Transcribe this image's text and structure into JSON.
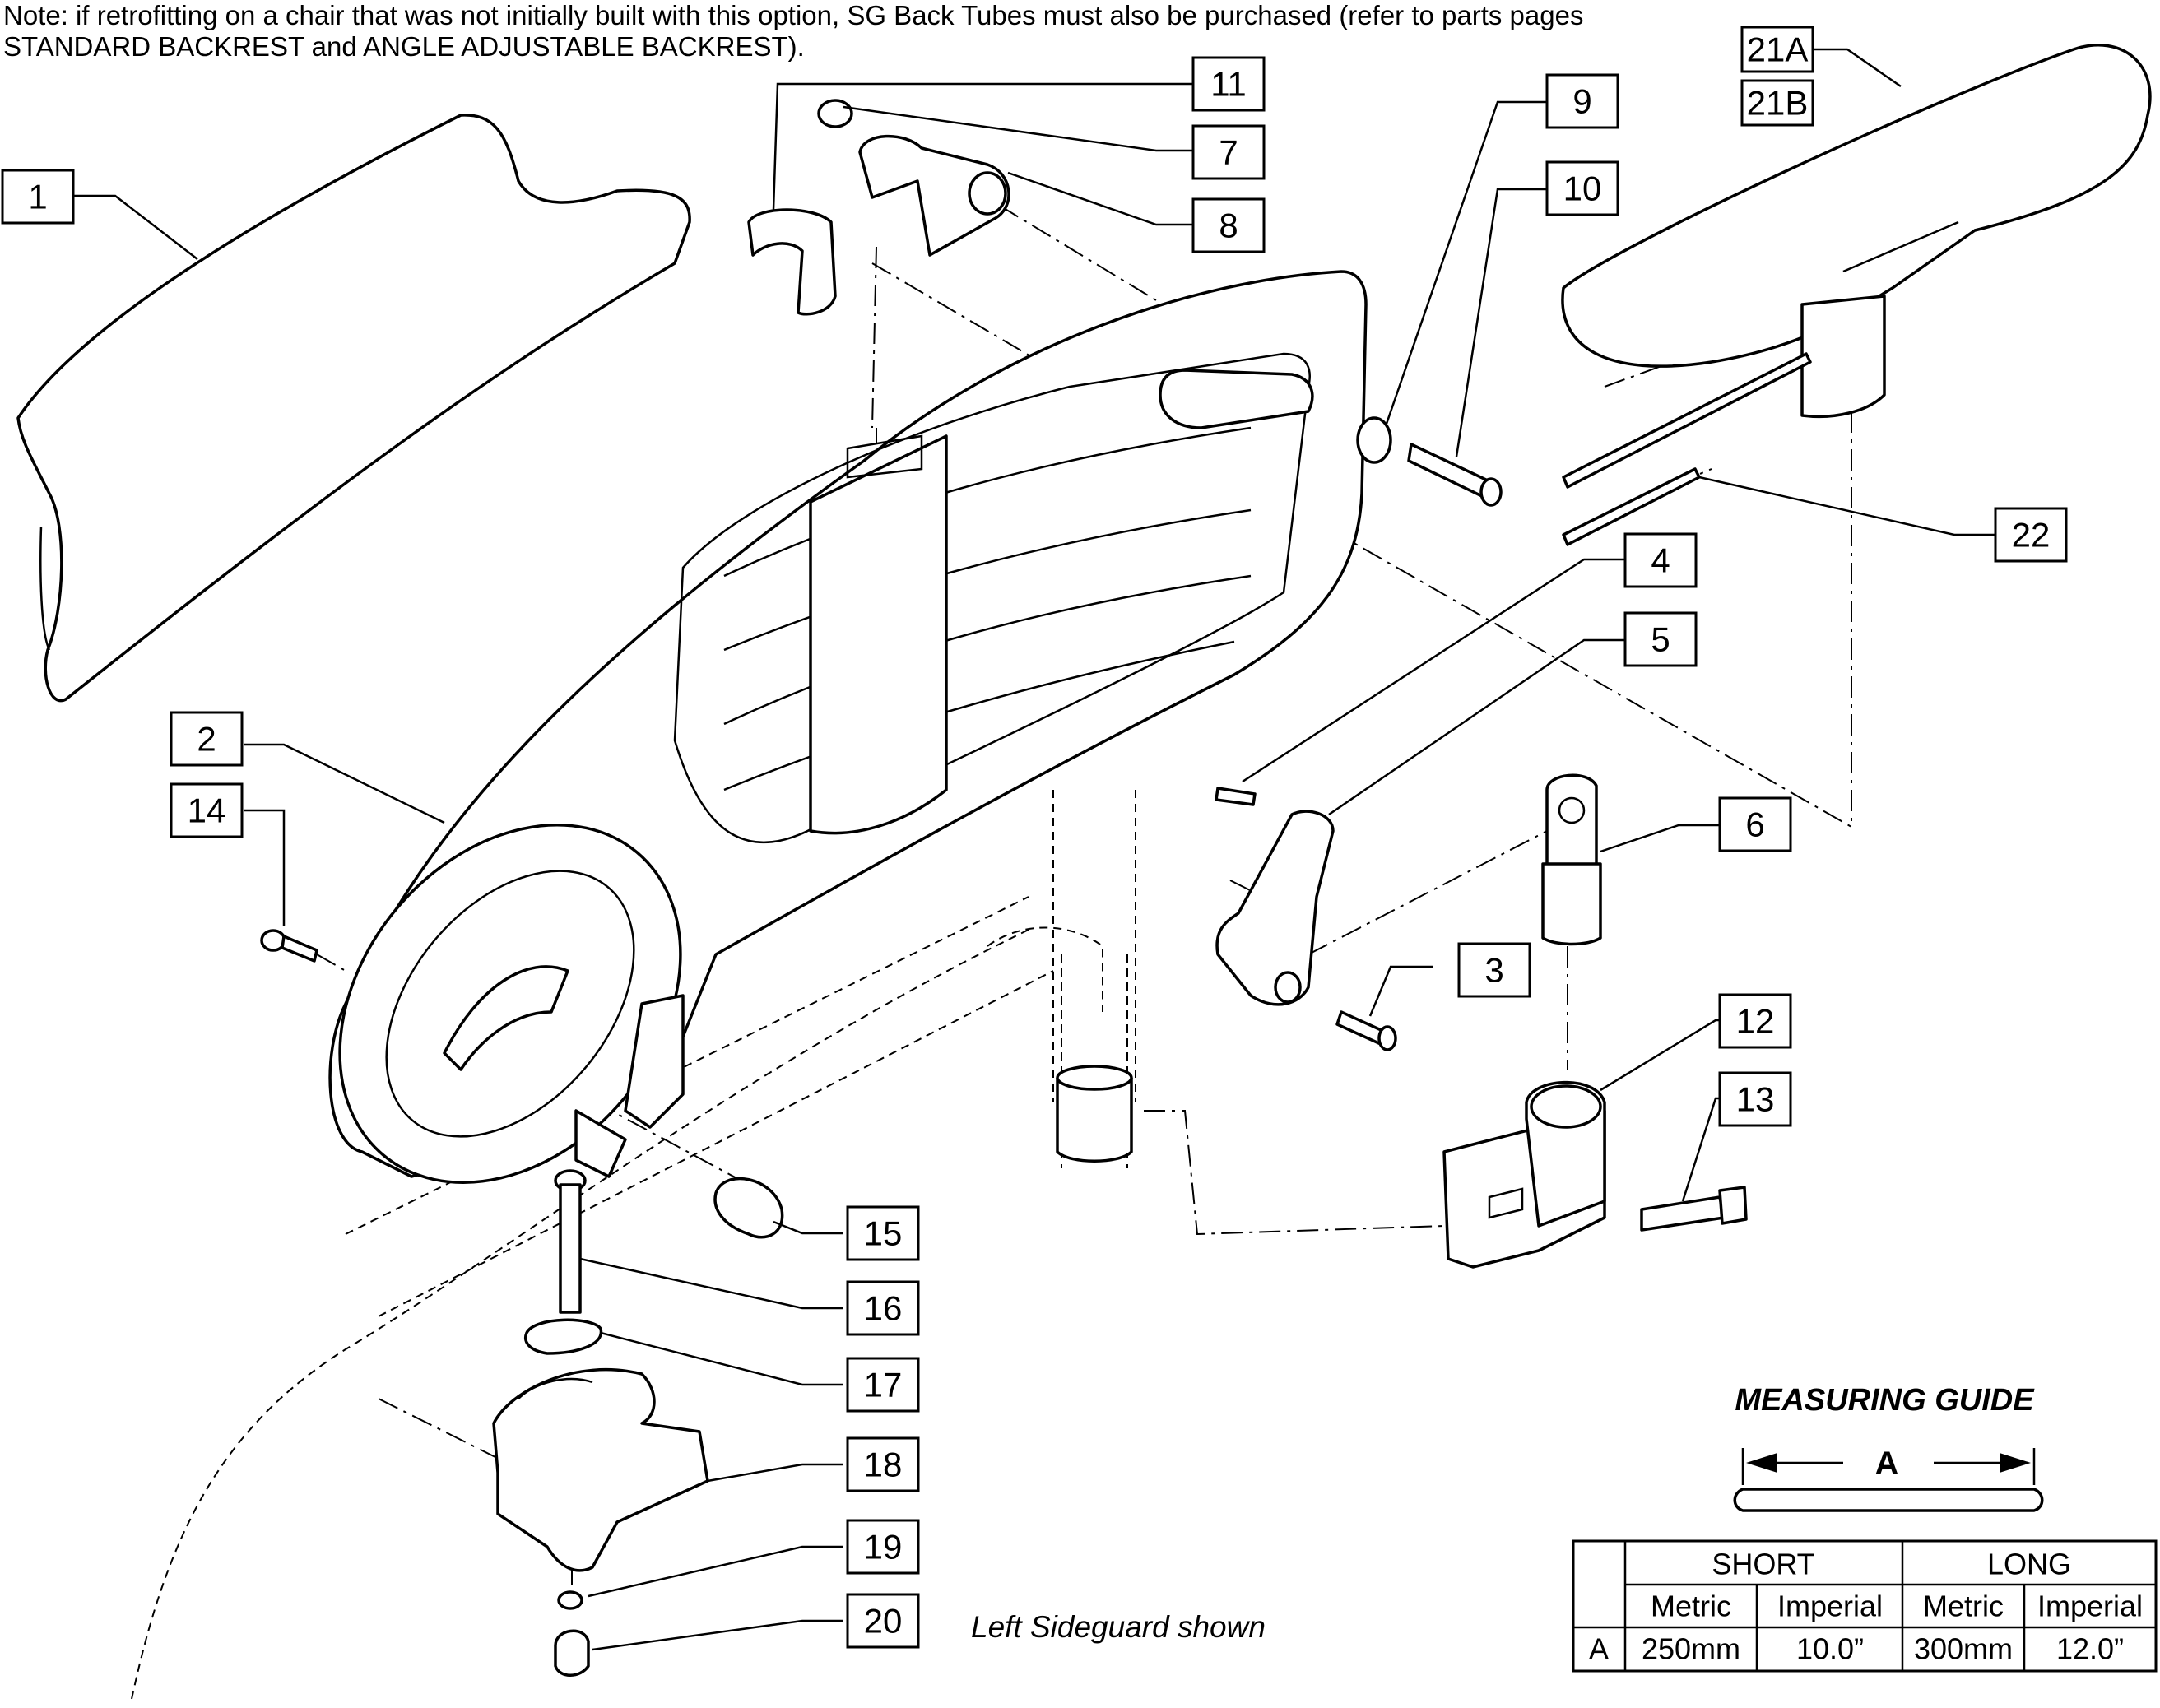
{
  "note": {
    "line1": "Note: if retrofitting on a chair that was not initially built with this option, SG Back Tubes must also be purchased (refer to parts pages",
    "line2": "STANDARD BACKREST and ANGLE ADJUSTABLE BACKREST)."
  },
  "caption": "Left Sideguard shown",
  "callouts": [
    "1",
    "2",
    "3",
    "4",
    "5",
    "6",
    "7",
    "8",
    "9",
    "10",
    "11",
    "12",
    "13",
    "14",
    "15",
    "16",
    "17",
    "18",
    "19",
    "20",
    "21A",
    "21B",
    "22"
  ],
  "measuring_guide": {
    "title": "MEASURING GUIDE",
    "dimension_label": "A",
    "table": {
      "groups": [
        "SHORT",
        "LONG"
      ],
      "units": [
        "Metric",
        "Imperial",
        "Metric",
        "Imperial"
      ],
      "row": {
        "label": "A",
        "values": [
          "250mm",
          "10.0”",
          "300mm",
          "12.0”"
        ]
      }
    }
  }
}
